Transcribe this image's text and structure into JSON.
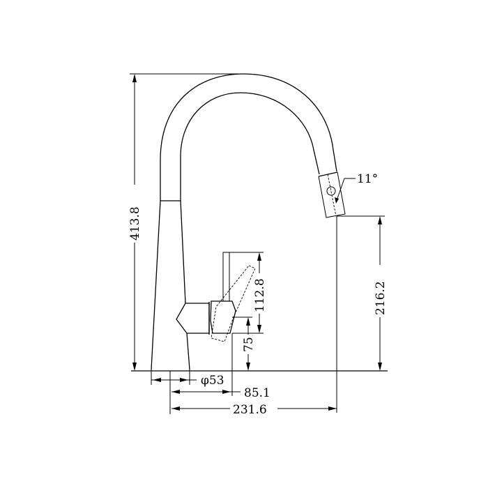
{
  "drawing": {
    "subject": "Pull-out kitchen mixer tap — side elevation",
    "dimensions": {
      "overall_height": "413.8",
      "spout_height": "216.2",
      "handle_height": "112.8",
      "body_height": "75",
      "base_diameter": "φ53",
      "body_to_outlet": "85.1",
      "reach": "231.6",
      "spray_angle": "11°"
    }
  }
}
